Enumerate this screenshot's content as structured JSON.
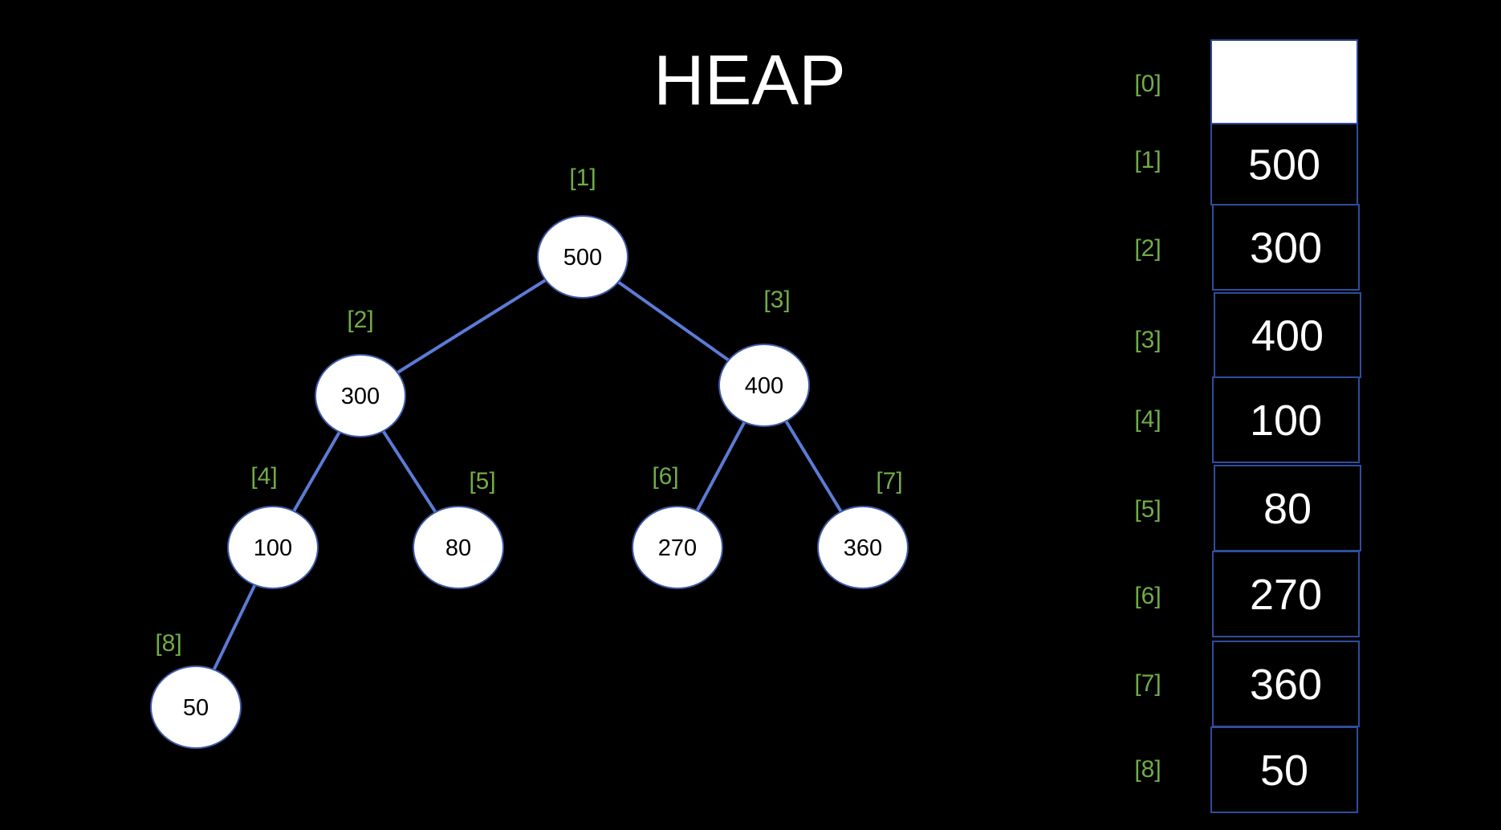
{
  "title": "HEAP",
  "colors": {
    "background": "#000000",
    "title_text": "#ffffff",
    "edge": "#5b7bd5",
    "node_fill": "#ffffff",
    "node_text": "#000000",
    "index_label": "#70ad47",
    "cell_fill": "#000000",
    "cell_text": "#ffffff",
    "empty_cell_fill": "#ffffff"
  },
  "tree": {
    "nodes": [
      {
        "index_label": "[1]",
        "value": "500"
      },
      {
        "index_label": "[2]",
        "value": "300"
      },
      {
        "index_label": "[3]",
        "value": "400"
      },
      {
        "index_label": "[4]",
        "value": "100"
      },
      {
        "index_label": "[5]",
        "value": "80"
      },
      {
        "index_label": "[6]",
        "value": "270"
      },
      {
        "index_label": "[7]",
        "value": "360"
      },
      {
        "index_label": "[8]",
        "value": "50"
      }
    ],
    "edges": [
      {
        "from": "[1]",
        "to": "[2]"
      },
      {
        "from": "[1]",
        "to": "[3]"
      },
      {
        "from": "[2]",
        "to": "[4]"
      },
      {
        "from": "[2]",
        "to": "[5]"
      },
      {
        "from": "[3]",
        "to": "[6]"
      },
      {
        "from": "[3]",
        "to": "[7]"
      },
      {
        "from": "[4]",
        "to": "[8]"
      }
    ]
  },
  "array": {
    "cells": [
      {
        "index_label": "[0]",
        "value": ""
      },
      {
        "index_label": "[1]",
        "value": "500"
      },
      {
        "index_label": "[2]",
        "value": "300"
      },
      {
        "index_label": "[3]",
        "value": "400"
      },
      {
        "index_label": "[4]",
        "value": "100"
      },
      {
        "index_label": "[5]",
        "value": "80"
      },
      {
        "index_label": "[6]",
        "value": "270"
      },
      {
        "index_label": "[7]",
        "value": "360"
      },
      {
        "index_label": "[8]",
        "value": "50"
      }
    ]
  }
}
